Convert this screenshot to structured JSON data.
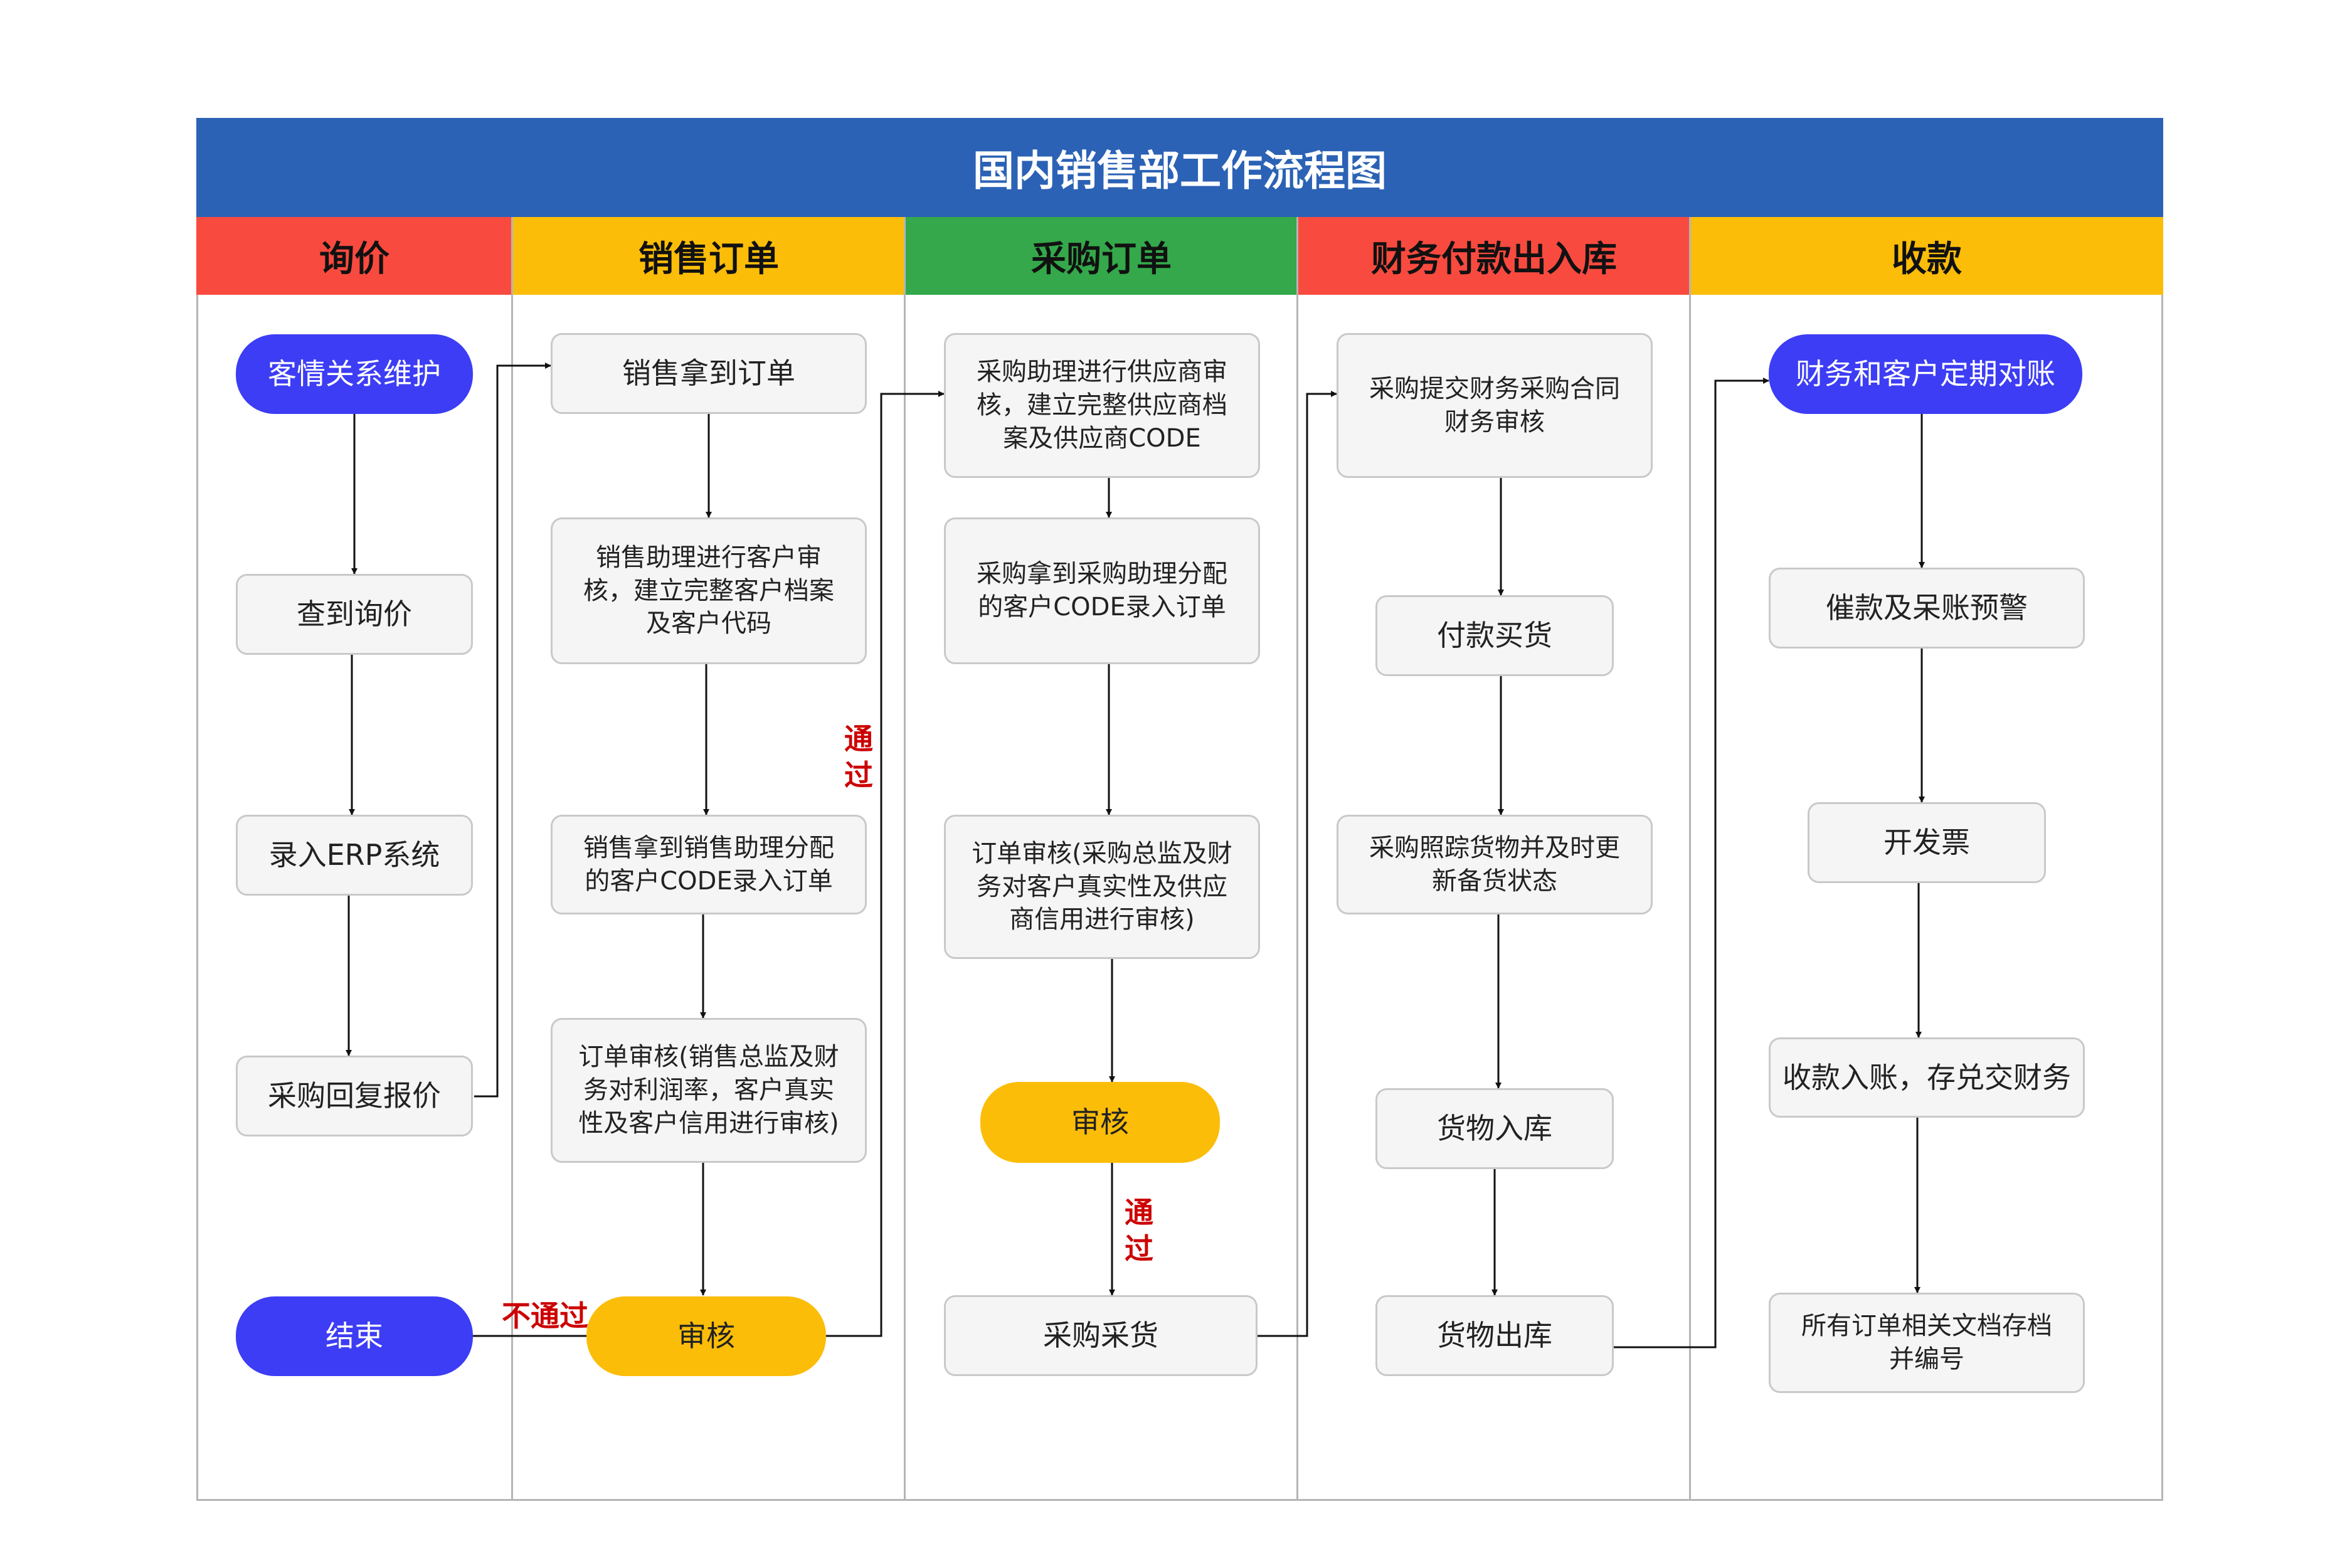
{
  "title": "国内销售部工作流程图",
  "colors": {
    "title_bar": "#2b62b5",
    "lane_red": "#f94a3f",
    "lane_yellow": "#fbbd08",
    "lane_green": "#34a84a",
    "start_end": "#3d3df5",
    "decision": "#fbbd08",
    "label_red": "#cc0000"
  },
  "lanes": [
    {
      "name": "询价",
      "color": "#f94a3f"
    },
    {
      "name": "销售订单",
      "color": "#fbbd08"
    },
    {
      "name": "采购订单",
      "color": "#34a84a"
    },
    {
      "name": "财务付款出入库",
      "color": "#f94a3f"
    },
    {
      "name": "收款",
      "color": "#fbbd08"
    }
  ],
  "nodes": {
    "inquiry_start": "客情关系维护",
    "inquiry_check": "查到询价",
    "inquiry_erp": "录入ERP系统",
    "inquiry_quote": "采购回复报价",
    "inquiry_end": "结束",
    "sales_get_order": "销售拿到订单",
    "sales_assistant_review": "销售助理进行客户审\n核，建立完整客户档案\n及客户代码",
    "sales_enter_order": "销售拿到销售助理分配\n的客户CODE录入订单",
    "sales_order_review": "订单审核(销售总监及财\n务对利润率，客户真实\n性及客户信用进行审核)",
    "sales_approve": "审核",
    "purchase_supplier_review": "采购助理进行供应商审\n核，建立完整供应商档\n案及供应商CODE",
    "purchase_enter_order": "采购拿到采购助理分配\n的客户CODE录入订单",
    "purchase_order_review": "订单审核(采购总监及财\n务对客户真实性及供应\n商信用进行审核)",
    "purchase_approve": "审核",
    "purchase_buy": "采购采货",
    "finance_contract": "采购提交财务采购合同\n财务审核",
    "finance_pay": "付款买货",
    "finance_track": "采购照踪货物并及时更\n新备货状态",
    "finance_stock_in": "货物入库",
    "finance_stock_out": "货物出库",
    "collect_reconcile": "财务和客户定期对账",
    "collect_remind": "催款及呆账预警",
    "collect_invoice": "开发票",
    "collect_receive": "收款入账，存兑交财务",
    "collect_archive": "所有订单相关文档存档\n并编号"
  },
  "labels": {
    "pass_sales": "通\n过",
    "pass_purchase": "通\n过",
    "fail": "不通过"
  }
}
